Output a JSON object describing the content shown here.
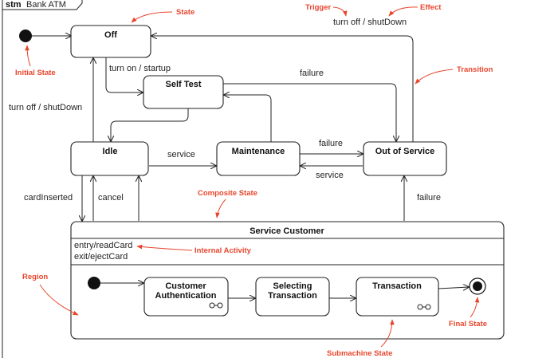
{
  "frame": {
    "keyword": "stm",
    "name": "Bank ATM"
  },
  "states": {
    "off": "Off",
    "self_test": "Self Test",
    "idle": "Idle",
    "maintenance": "Maintenance",
    "out_of_service": "Out of Service",
    "service_customer": "Service Customer",
    "customer_authentication": [
      "Customer",
      "Authentication"
    ],
    "selecting_transaction": [
      "Selecting",
      "Transaction"
    ],
    "transaction": "Transaction"
  },
  "internal_activities": [
    "entry/readCard",
    "exit/ejectCard"
  ],
  "transitions": {
    "turn_off_top": "turn off / shutDown",
    "turn_on": "turn on / startup",
    "turn_off_left": "turn off / shutDown",
    "failure_top": "failure",
    "service_idle_maint": "service",
    "failure_maint_oos": "failure",
    "service_oos_maint": "service",
    "card_inserted": "cardInserted",
    "cancel": "cancel",
    "failure_sc_oos": "failure"
  },
  "annotations": {
    "state": "State",
    "trigger": "Trigger",
    "effect": "Effect",
    "initial_state": "Initial State",
    "transition": "Transition",
    "composite_state": "Composite State",
    "internal_activity": "Internal Activity",
    "region": "Region",
    "final_state": "Final State",
    "submachine_state": "Submachine State"
  },
  "colors": {
    "annotation": "#e8452c",
    "line": "#222222",
    "background": "#ffffff"
  }
}
